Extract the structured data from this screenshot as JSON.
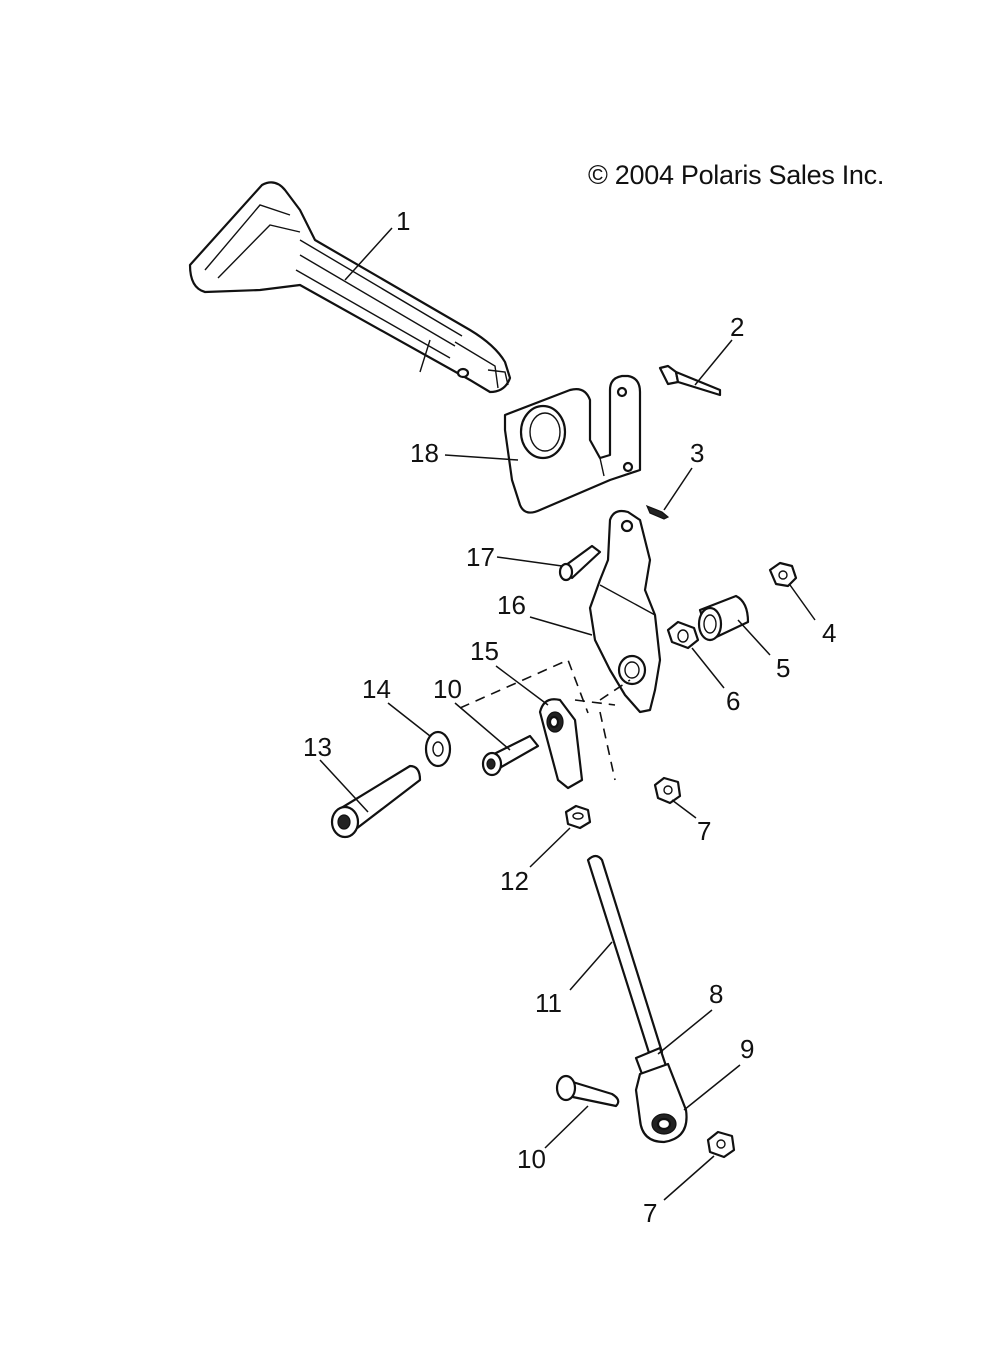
{
  "copyright": "© 2004 Polaris Sales Inc.",
  "callouts": {
    "c1": "1",
    "c2": "2",
    "c3": "3",
    "c4": "4",
    "c5": "5",
    "c6": "6",
    "c7a": "7",
    "c7b": "7",
    "c8": "8",
    "c9": "9",
    "c10a": "10",
    "c10b": "10",
    "c11": "11",
    "c12": "12",
    "c13": "13",
    "c14": "14",
    "c15": "15",
    "c16": "16",
    "c17": "17",
    "c18": "18"
  }
}
